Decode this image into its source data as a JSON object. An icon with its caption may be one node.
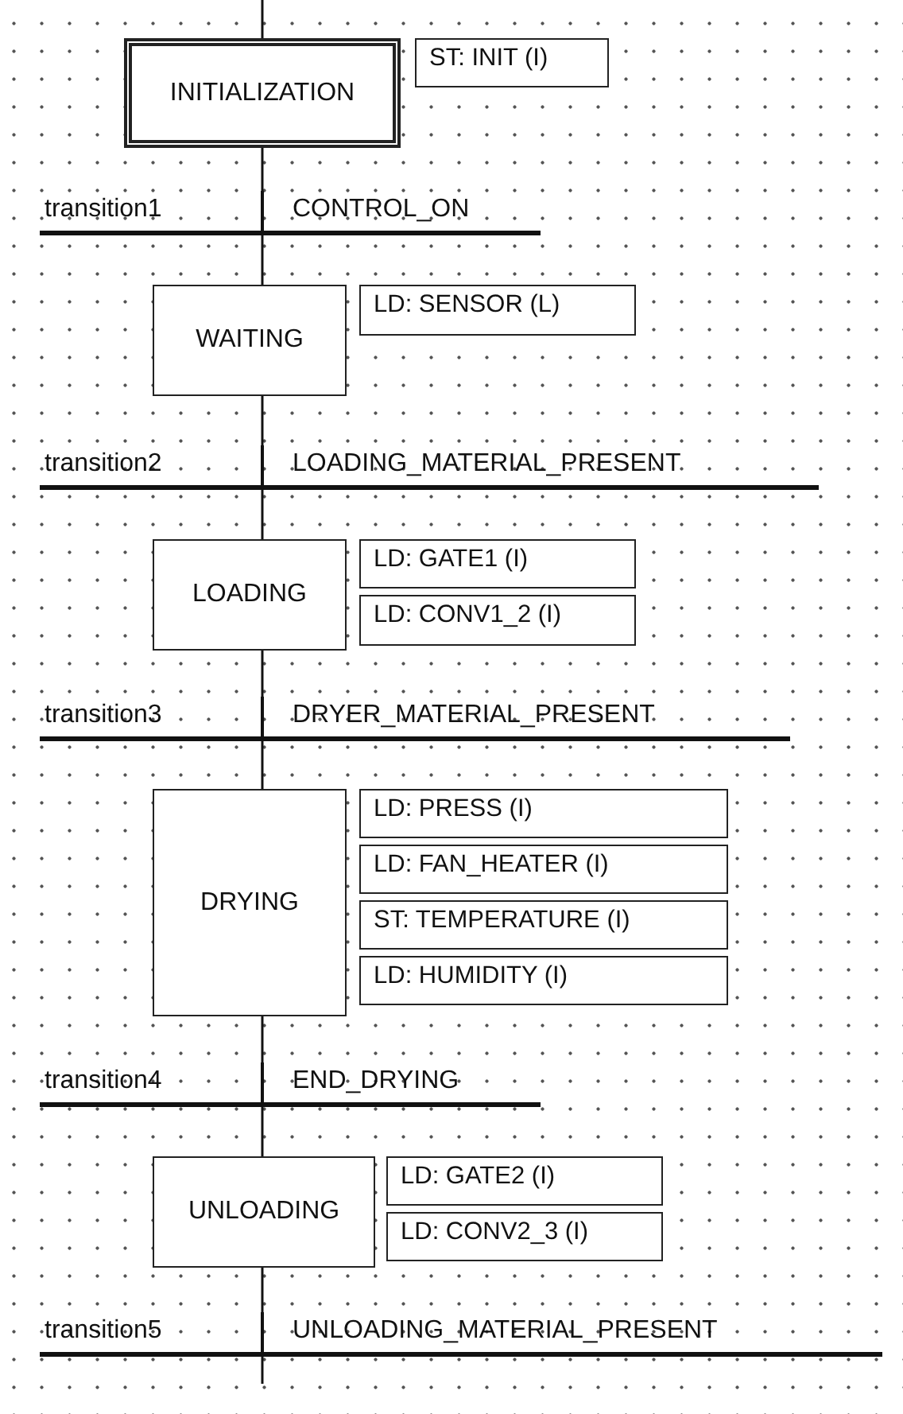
{
  "diagram": {
    "nodes": [
      {
        "text": [
          "INITIALIZATION"
        ]
      },
      {
        "text": [
          "ST: INIT (I)"
        ]
      },
      {
        "text": [
          "transition1",
          "CONTROL_ON"
        ]
      },
      {
        "text": [
          "WAITING"
        ]
      },
      {
        "text": [
          "LD: SENSOR (L)"
        ]
      },
      {
        "text": [
          "transition2",
          "LOADING_MATERIAL_PRESENT"
        ]
      },
      {
        "text": [
          "LOADING"
        ]
      },
      {
        "text": [
          "LD: GATE1 (I)"
        ]
      },
      {
        "text": [
          "LD: CONV1_2 (I)"
        ]
      },
      {
        "text": [
          "transition3",
          "DRYER_MATERIAL_PRESENT"
        ]
      },
      {
        "text": [
          "DRYING"
        ]
      },
      {
        "text": [
          "LD: PRESS (I)"
        ]
      },
      {
        "text": [
          "LD: FAN_HEATER (I)"
        ]
      },
      {
        "text": [
          "ST: TEMPERATURE (I)"
        ]
      },
      {
        "text": [
          "LD: HUMIDITY (I)"
        ]
      },
      {
        "text": [
          "transition4",
          "END_DRYING"
        ]
      },
      {
        "text": [
          "UNLOADING"
        ]
      },
      {
        "text": [
          "LD: GATE2 (I)"
        ]
      },
      {
        "text": [
          "LD: CONV2_3 (I)"
        ]
      },
      {
        "text": [
          "transition5",
          "UNLOADING_MATERIAL_PRESENT"
        ]
      }
    ],
    "edges": [
      {
        "from": null,
        "to": 0,
        "arrow": "none"
      },
      {
        "from": 0,
        "to": 2,
        "arrow": "none"
      },
      {
        "from": 2,
        "to": 3,
        "arrow": "none"
      },
      {
        "from": 3,
        "to": 5,
        "arrow": "none"
      },
      {
        "from": 5,
        "to": 6,
        "arrow": "none"
      },
      {
        "from": 6,
        "to": 9,
        "arrow": "none"
      },
      {
        "from": 9,
        "to": 10,
        "arrow": "none"
      },
      {
        "from": 10,
        "to": 15,
        "arrow": "none"
      },
      {
        "from": 15,
        "to": 16,
        "arrow": "none"
      },
      {
        "from": 16,
        "to": 19,
        "arrow": "none"
      },
      {
        "from": 19,
        "to": null,
        "arrow": "none"
      }
    ]
  }
}
